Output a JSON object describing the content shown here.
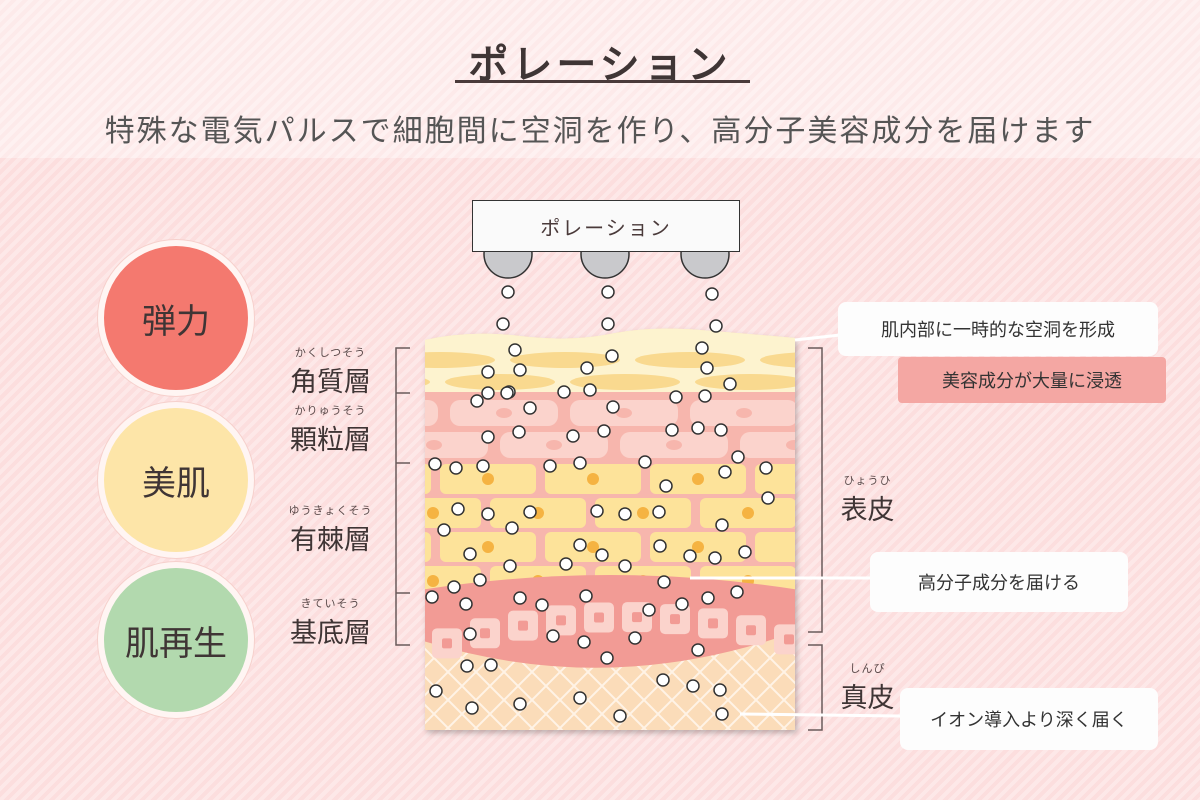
{
  "title": "ポレーション",
  "subtitle": "特殊な電気パルスで細胞間に空洞を作り、高分子美容成分を届けます",
  "benefits": [
    {
      "label": "弾力",
      "color": "#f4796f"
    },
    {
      "label": "美肌",
      "color": "#fde5a8"
    },
    {
      "label": "肌再生",
      "color": "#b2d9ae"
    }
  ],
  "device": {
    "label": "ポレーション"
  },
  "layers": [
    {
      "ruby": "かくしつそう",
      "label": "角質層"
    },
    {
      "ruby": "かりゅうそう",
      "label": "顆粒層"
    },
    {
      "ruby": "ゆうきょくそう",
      "label": "有棘層"
    },
    {
      "ruby": "きていそう",
      "label": "基底層"
    }
  ],
  "regions": [
    {
      "ruby": "ひょうひ",
      "label": "表皮"
    },
    {
      "ruby": "しんぴ",
      "label": "真皮"
    }
  ],
  "callouts": [
    {
      "text": "肌内部に一時的な空洞を形成"
    },
    {
      "text": "美容成分が大量に浸透",
      "color": "#f4a7a3"
    },
    {
      "text": "高分子成分を届ける"
    },
    {
      "text": "イオン導入より深く届く"
    }
  ]
}
